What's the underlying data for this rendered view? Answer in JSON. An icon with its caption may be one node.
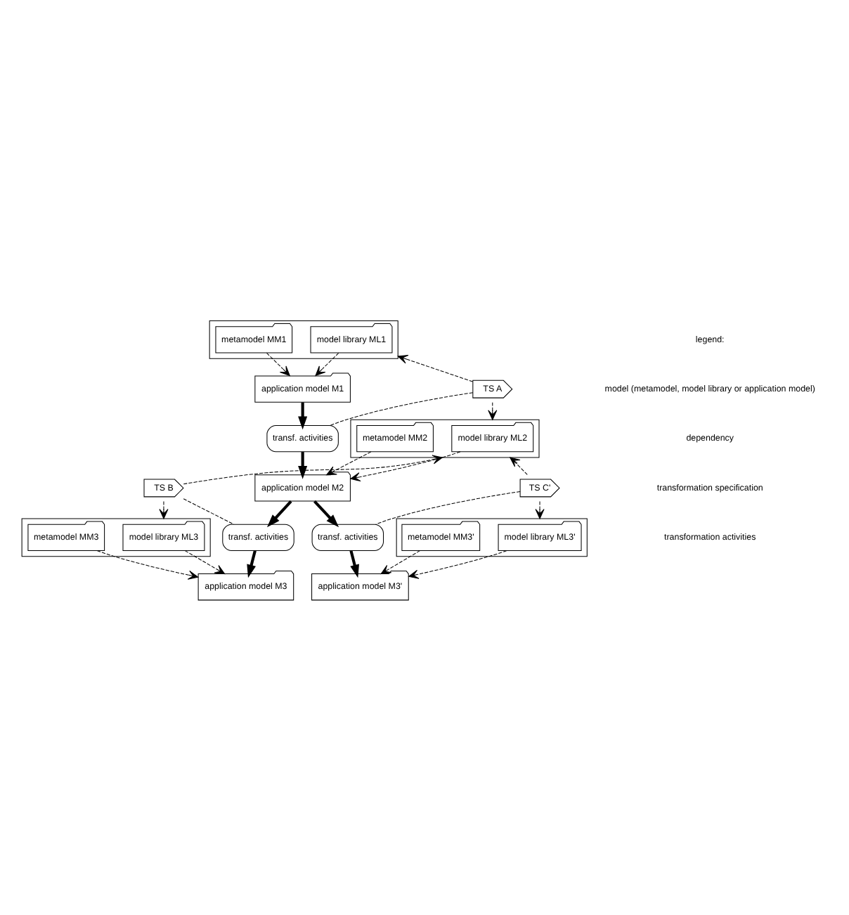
{
  "diagram": {
    "nodes": [
      {
        "text": [],
        "shape": "folder"
      },
      {
        "text": [
          "model library ML1"
        ],
        "in": 0
      },
      {
        "text": [
          "metamodel MM1"
        ],
        "in": 0
      },
      {
        "text": [
          "application model M1"
        ]
      },
      {
        "text": [
          "transf. activities"
        ]
      },
      {
        "text": [
          "TS A"
        ]
      },
      {
        "text": [],
        "shape": "folder"
      },
      {
        "text": [
          "model library ML2"
        ],
        "in": 6
      },
      {
        "text": [
          "metamodel MM2"
        ],
        "in": 6
      },
      {
        "text": [
          "application model M2"
        ]
      },
      {
        "text": [
          "transf. activities"
        ]
      },
      {
        "text": [
          "transf. activities"
        ]
      },
      {
        "text": [
          "TS B"
        ]
      },
      {
        "text": [
          "TS C'"
        ]
      },
      {
        "text": [],
        "shape": "folder"
      },
      {
        "text": [
          "model library ML3"
        ],
        "in": 14
      },
      {
        "text": [
          "metamodel MM3"
        ],
        "in": 14
      },
      {
        "text": [
          "application model M3"
        ]
      },
      {
        "text": [],
        "shape": "folder"
      },
      {
        "text": [
          "model library ML3'"
        ],
        "in": 18
      },
      {
        "text": [
          "metamodel MM3'"
        ],
        "in": 18
      },
      {
        "text": [
          "application model M3'"
        ]
      }
    ],
    "edges": [
      {
        "from": 1,
        "to": 3,
        "arrow": "to",
        "style": "dashed"
      },
      {
        "from": 2,
        "to": 3,
        "arrow": "to",
        "style": "dashed"
      },
      {
        "from": 3,
        "to": 4,
        "arrow": "to",
        "style": "thick"
      },
      {
        "from": 4,
        "to": 9,
        "arrow": "to",
        "style": "thick"
      },
      {
        "from": 5,
        "to": 0,
        "arrow": "to",
        "style": "dashed"
      },
      {
        "from": 5,
        "to": 6,
        "arrow": "to",
        "style": "dashed"
      },
      {
        "from": 5,
        "to": 4,
        "arrow": "none",
        "style": "dashed"
      },
      {
        "from": 7,
        "to": 9,
        "arrow": "to",
        "style": "dashed"
      },
      {
        "from": 8,
        "to": 9,
        "arrow": "to",
        "style": "dashed"
      },
      {
        "from": 9,
        "to": 10,
        "arrow": "to",
        "style": "thick"
      },
      {
        "from": 10,
        "to": 17,
        "arrow": "to",
        "style": "thick"
      },
      {
        "from": 9,
        "to": 11,
        "arrow": "to",
        "style": "thick"
      },
      {
        "from": 11,
        "to": 21,
        "arrow": "to",
        "style": "thick"
      },
      {
        "from": 12,
        "to": 6,
        "arrow": "to",
        "style": "dashed"
      },
      {
        "from": 12,
        "to": 14,
        "arrow": "to",
        "style": "dashed"
      },
      {
        "from": 12,
        "to": 10,
        "arrow": "none",
        "style": "dashed"
      },
      {
        "from": 13,
        "to": 6,
        "arrow": "to",
        "style": "dashed"
      },
      {
        "from": 13,
        "to": 18,
        "arrow": "to",
        "style": "dashed"
      },
      {
        "from": 13,
        "to": 11,
        "arrow": "none",
        "style": "dashed"
      },
      {
        "from": 15,
        "to": 17,
        "arrow": "to",
        "style": "dashed"
      },
      {
        "from": 16,
        "to": 17,
        "arrow": "to",
        "style": "dashed"
      },
      {
        "from": 19,
        "to": 21,
        "arrow": "to",
        "style": "dashed"
      },
      {
        "from": 20,
        "to": 21,
        "arrow": "to",
        "style": "dashed"
      }
    ],
    "labels": [
      "legend:"
    ],
    "legend": [
      {
        "text": "model (metamodel, model library or application model)"
      },
      {
        "text": "dependency"
      },
      {
        "text": "transformation specification"
      },
      {
        "text": "transformation activities"
      }
    ]
  }
}
